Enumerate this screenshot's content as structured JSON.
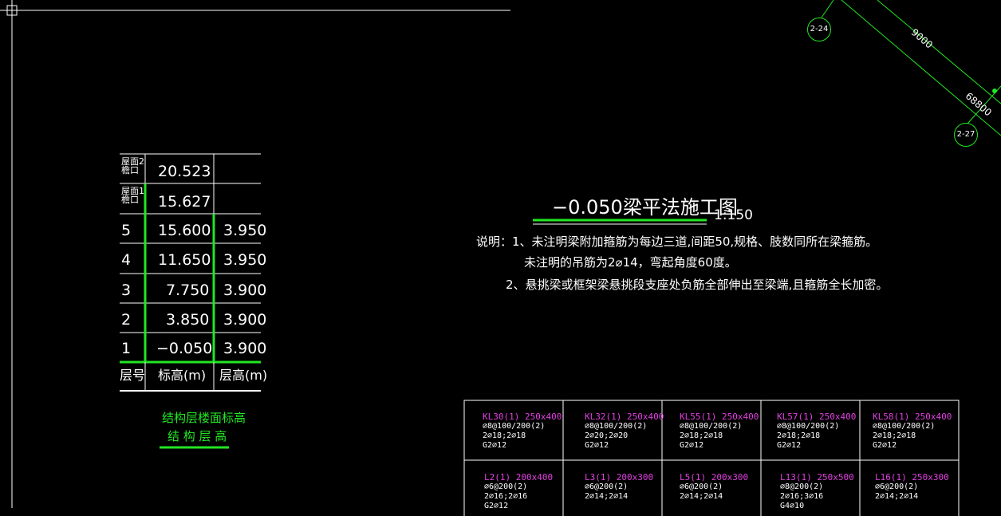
{
  "axes": {
    "bubble_a": "2-24",
    "bubble_b": "2-27",
    "dim_a": "9000",
    "dim_b": "68800"
  },
  "level_table": {
    "rows": [
      {
        "label": "屋面2\n檐口",
        "elevation": "20.523",
        "height": ""
      },
      {
        "label": "屋面1\n檐口",
        "elevation": "15.627",
        "height": ""
      },
      {
        "label": "5",
        "elevation": "15.600",
        "height": "3.950"
      },
      {
        "label": "4",
        "elevation": "11.650",
        "height": "3.950"
      },
      {
        "label": "3",
        "elevation": "7.750",
        "height": "3.900"
      },
      {
        "label": "2",
        "elevation": "3.850",
        "height": "3.900"
      },
      {
        "label": "1",
        "elevation": "−0.050",
        "height": "3.900"
      }
    ],
    "headers": {
      "col1": "层号",
      "col2": "标高(m)",
      "col3": "层高(m)"
    },
    "caption_1": "结构层楼面标高",
    "caption_2": "结 构 层 高"
  },
  "drawing": {
    "title": "−0.050梁平法施工图",
    "scale": "1:150",
    "notes": [
      "说明：1、未注明梁附加箍筋为每边三道,间距50,规格、肢数同所在梁箍筋。",
      "未注明的吊筋为2⌀14，弯起角度60度。",
      "2、悬挑梁或框架梁悬挑段支座处负筋全部伸出至梁端,且箍筋全长加密。"
    ]
  },
  "beams": [
    [
      {
        "name": "KL30(1) 250x400",
        "lines": [
          "⌀8@100/200(2)",
          "2⌀18;2⌀18",
          "G2⌀12"
        ]
      },
      {
        "name": "KL32(1) 250x400",
        "lines": [
          "⌀8@100/200(2)",
          "2⌀20;2⌀20",
          "G2⌀12"
        ]
      },
      {
        "name": "KL55(1) 250x400",
        "lines": [
          "⌀8@100/200(2)",
          "2⌀18;2⌀18",
          "G2⌀12"
        ]
      },
      {
        "name": "KL57(1) 250x400",
        "lines": [
          "⌀8@100/200(2)",
          "2⌀18;2⌀18",
          "G2⌀12"
        ]
      },
      {
        "name": "KL58(1) 250x400",
        "lines": [
          "⌀8@100/200(2)",
          "2⌀18;2⌀18",
          "G2⌀12"
        ]
      }
    ],
    [
      {
        "name": "L2(1) 200x400",
        "lines": [
          "⌀6@200(2)",
          "2⌀16;2⌀16",
          "G2⌀12"
        ]
      },
      {
        "name": "L3(1) 200x300",
        "lines": [
          "⌀6@200(2)",
          "2⌀14;2⌀14"
        ]
      },
      {
        "name": "L5(1) 200x300",
        "lines": [
          "⌀6@200(2)",
          "2⌀14;2⌀14"
        ]
      },
      {
        "name": "L13(1) 250x500",
        "lines": [
          "⌀8@200(2)",
          "2⌀16;3⌀16",
          "G4⌀10"
        ]
      },
      {
        "name": "L16(1) 250x300",
        "lines": [
          "⌀6@200(2)",
          "2⌀14;2⌀14"
        ]
      }
    ]
  ]
}
